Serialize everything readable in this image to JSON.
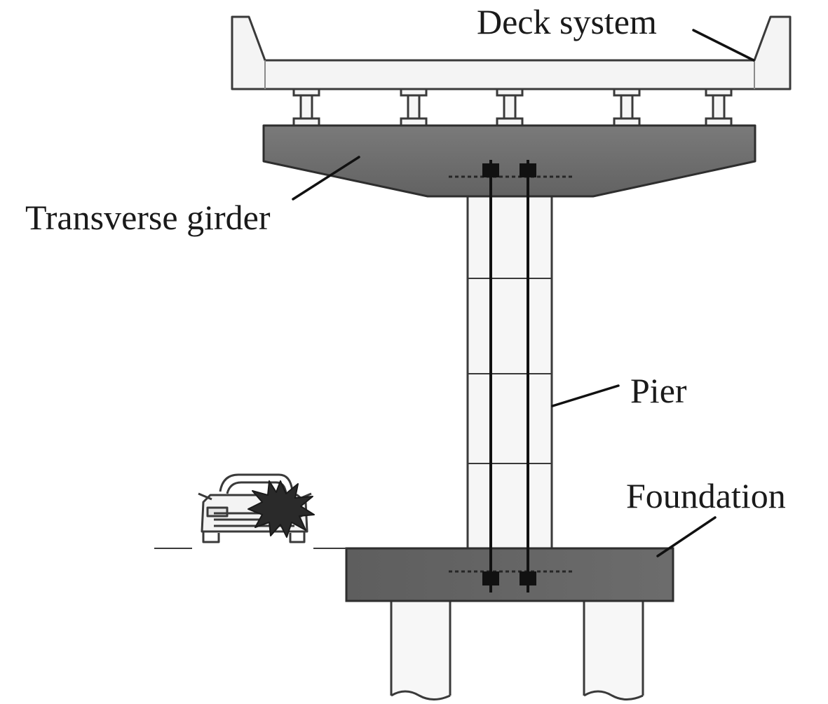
{
  "labels": {
    "deck_system": "Deck system",
    "transverse_girder": "Transverse girder",
    "pier": "Pier",
    "foundation": "Foundation"
  },
  "colors": {
    "concrete_dark": "#6e6e6e",
    "concrete_light": "#f4f4f4",
    "outline": "#3a3a3a",
    "leader": "#111111",
    "tendon": "#111111",
    "impact": "#2a2a2a"
  },
  "icons": {
    "vehicle": "car-icon",
    "impact": "impact-burst-icon"
  }
}
